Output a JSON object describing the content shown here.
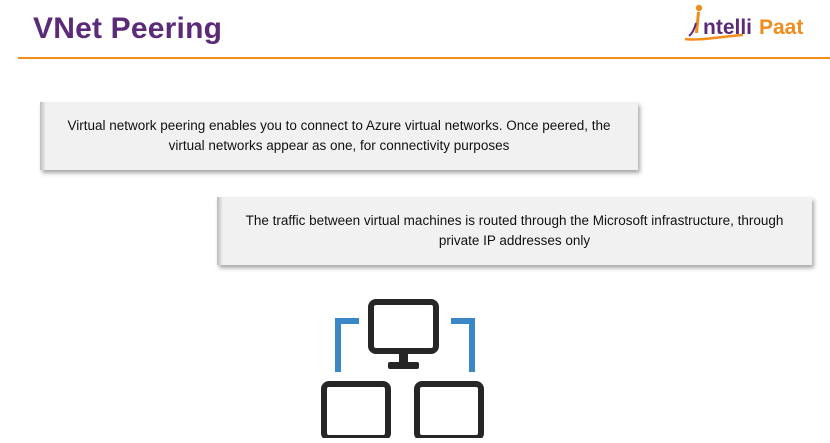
{
  "slide": {
    "title": "VNet Peering"
  },
  "logo": {
    "text": "IntelliPaat",
    "colors": {
      "orange": "#f28c1a",
      "purple": "#5b2a79"
    }
  },
  "callouts": [
    {
      "text": "Virtual network peering enables you to connect to Azure virtual networks. Once peered, the virtual networks appear as one, for connectivity purposes"
    },
    {
      "text": "The traffic between virtual machines is routed through the Microsoft infrastructure, through private IP addresses only"
    }
  ],
  "diagram": {
    "icon": "network-computers-icon",
    "colors": {
      "monitor": "#262626",
      "connector": "#3a87c8"
    }
  },
  "theme": {
    "title_color": "#5b2a79",
    "accent_rule": "#f28c1a",
    "callout_bg": "#f1f1f1"
  }
}
